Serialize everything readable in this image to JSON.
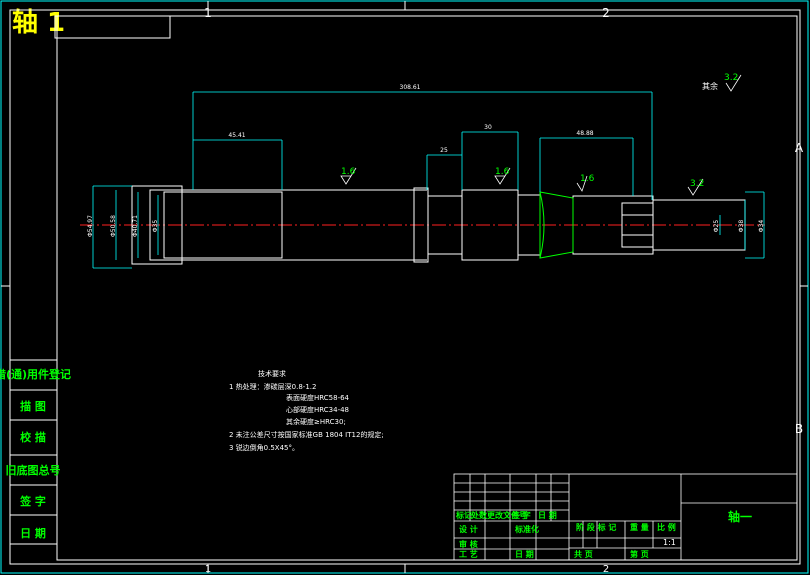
{
  "title": "轴 1",
  "zone_numbers": [
    "1",
    "2"
  ],
  "zone_letters": [
    "A",
    "B"
  ],
  "surface_finish": {
    "remainder_label": "其余",
    "remainder_value": "3.2",
    "marks": [
      "1.6",
      "1.6",
      "1.6",
      "3.2"
    ]
  },
  "dimensions": {
    "overall_length": "308.61",
    "left_section": "45.41",
    "groove": "25",
    "collar": "30",
    "right_section": "48.88",
    "dia_1": "Φ54.97",
    "dia_2": "Φ50.58",
    "dia_3": "Φ40.71",
    "dia_4": "Φ35",
    "dia_5": "Φ25",
    "dia_6": "Φ38",
    "dia_7": "Φ34"
  },
  "technical_requirements": {
    "heading": "技术要求",
    "lines": [
      "1 热处理：渗碳层深0.8-1.2",
      "表面硬度HRC58-64",
      "心部硬度HRC34-48",
      "其余硬度≥HRC30;",
      "2 未注公差尺寸按国家标准GB 1804 IT12的规定;",
      "3 锐边倒角0.5X45°。"
    ]
  },
  "side_panel": [
    "借(通)用件登记",
    "描 图",
    "校 描",
    "旧底图总号",
    "签 字",
    "日 期"
  ],
  "title_block": {
    "part_name": "轴一",
    "col_headers": [
      "标记",
      "处数",
      "更改文件号",
      "签 字",
      "日 期"
    ],
    "designer_label": "设 计",
    "standardized_label": "标准化",
    "reviewer_label": "审 核",
    "process_label": "工 艺",
    "date_label": "日 期",
    "stage_marks_label": "阶 段 标 记",
    "weight_label": "重 量",
    "scale_label": "比 例",
    "scale_value": "1:1",
    "sheets_total_label": "共   页",
    "sheet_no_label": "第   页"
  }
}
